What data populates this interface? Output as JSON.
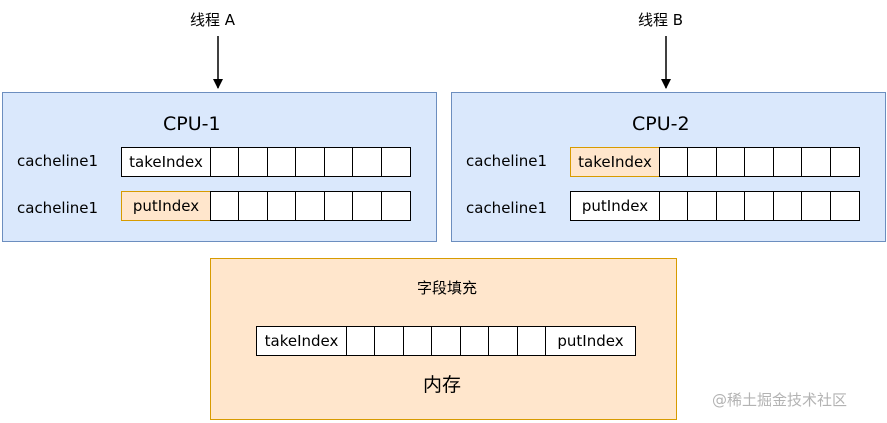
{
  "threads": [
    {
      "label": "线程 A"
    },
    {
      "label": "线程 B"
    }
  ],
  "cpus": [
    {
      "title": "CPU-1",
      "rows": [
        {
          "line_label": "cacheline1",
          "field": "takeIndex",
          "highlighted": false
        },
        {
          "line_label": "cacheline1",
          "field": "putIndex",
          "highlighted": true
        }
      ]
    },
    {
      "title": "CPU-2",
      "rows": [
        {
          "line_label": "cacheline1",
          "field": "takeIndex",
          "highlighted": true
        },
        {
          "line_label": "cacheline1",
          "field": "putIndex",
          "highlighted": false
        }
      ]
    }
  ],
  "memory": {
    "title": "内存",
    "padding_label": "字段填充",
    "left_field": "takeIndex",
    "right_field": "putIndex"
  },
  "colors": {
    "cpu_fill": "#dae8fc",
    "cpu_border": "#6c8ebf",
    "highlight_fill": "#ffe6cc",
    "highlight_border": "#d79b00",
    "brace": "#cc66ff"
  },
  "watermark": "@稀土掘金技术社区"
}
